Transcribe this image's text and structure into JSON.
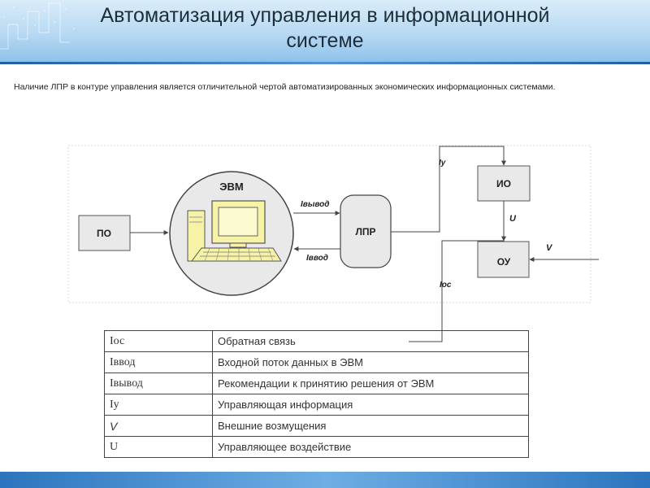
{
  "slide": {
    "title_line1": "Автоматизация управления в информационной",
    "title_line2": "системе",
    "intro": "Наличие ЛПР в контуре управления является отличительной чертой автоматизированных экономических информационных системами."
  },
  "diagram": {
    "po": "ПО",
    "evm": "ЭВМ",
    "lpr": "ЛПР",
    "io": "ИО",
    "ou": "ОУ",
    "i_vyvod": "Iвывод",
    "i_vvod": "Iввод",
    "i_y": "Iу",
    "i_os": "Iос",
    "u": "U",
    "v": "V"
  },
  "legend": {
    "rows": [
      {
        "symbol": "Iос",
        "meaning": "Обратная связь"
      },
      {
        "symbol": "Iввод",
        "meaning": "Входной поток данных в ЭВМ"
      },
      {
        "symbol": "Iвывод",
        "meaning": "Рекомендации к принятию решения от ЭВМ"
      },
      {
        "symbol": "Iу",
        "meaning": "Управляющая информация"
      },
      {
        "symbol": "V",
        "meaning": "Внешние возмущения"
      },
      {
        "symbol": "U",
        "meaning": "Управляющее воздействие"
      }
    ]
  },
  "colors": {
    "header": "#b7d9f2",
    "footer": "#2c74bd",
    "box_fill": "#e9e9e9",
    "monitor": "#f7f3a6"
  }
}
